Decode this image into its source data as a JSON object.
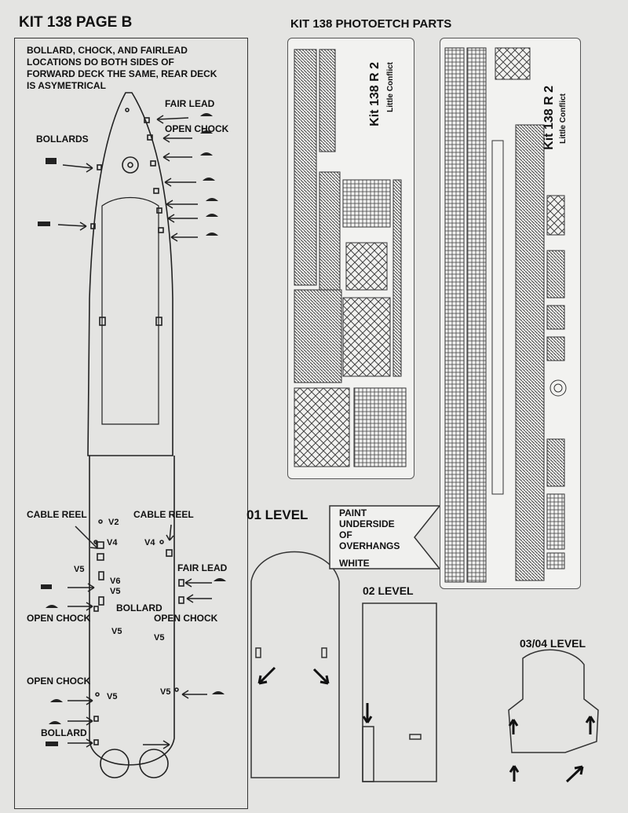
{
  "header": {
    "title": "KIT 138 PAGE B",
    "photoetch_title": "KIT 138  PHOTOETCH PARTS"
  },
  "note": {
    "lines": [
      "BOLLARD, CHOCK, AND FAIRLEAD",
      "LOCATIONS DO BOTH SIDES OF",
      "FORWARD DECK THE SAME, REAR DECK",
      "IS ASYMETRICAL"
    ]
  },
  "forward_deck": {
    "fair_lead": "FAIR LEAD",
    "open_chock": "OPEN CHOCK",
    "bollards": "BOLLARDS"
  },
  "rear_deck": {
    "cable_reel_left": "CABLE REEL",
    "cable_reel_right": "CABLE REEL",
    "v2": "V2",
    "v4_left": "V4",
    "v4_right": "V4",
    "v5_a": "V5",
    "v6": "V6",
    "v5_b": "V5",
    "fair_lead": "FAIR LEAD",
    "bollard_mid": "BOLLARD",
    "open_chock_left": "OPEN CHOCK",
    "open_chock_right": "OPEN CHOCK",
    "v5_c": "V5",
    "v5_d": "V5",
    "open_chock_lower": "OPEN CHOCK",
    "v5_e": "V5",
    "v5_f": "V5",
    "bollard_lower": "BOLLARD"
  },
  "levels": {
    "l01": "01 LEVEL",
    "l02": "02 LEVEL",
    "l0304": "03/04 LEVEL"
  },
  "paint_note": {
    "lines": [
      "PAINT",
      "UNDERSIDE",
      "OF",
      "OVERHANGS",
      "WHITE"
    ]
  },
  "fret_marks": {
    "brand_small": "Little Conflict",
    "fret_id_a": "Kit 138 R 2",
    "fret_id_b": "Kit 138 R 2"
  }
}
